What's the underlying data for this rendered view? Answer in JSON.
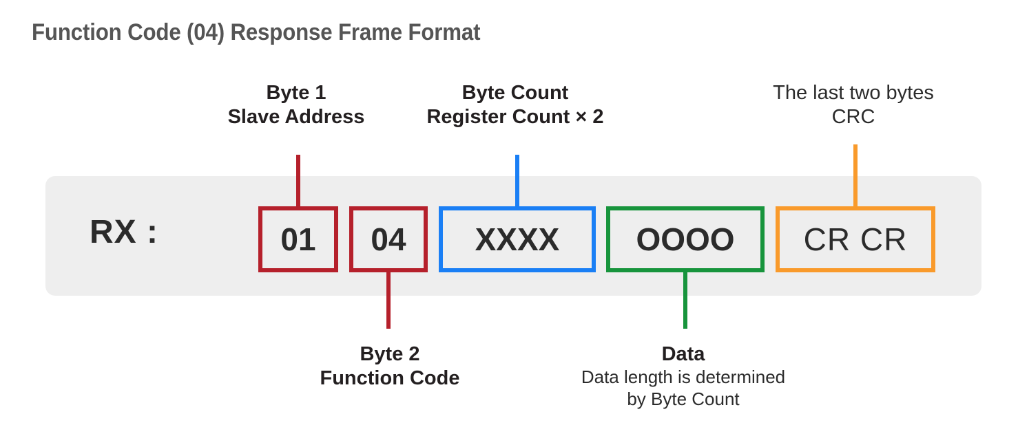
{
  "title": "Function Code (04) Response Frame Format",
  "frame": {
    "direction_label": "RX :",
    "fields": [
      {
        "name": "slave-address",
        "value": "01",
        "color": "#b5202b"
      },
      {
        "name": "function-code",
        "value": "04",
        "color": "#b5202b"
      },
      {
        "name": "byte-count",
        "value": "XXXX",
        "color": "#1a7ff5"
      },
      {
        "name": "data",
        "value": "OOOO",
        "color": "#17943c"
      },
      {
        "name": "crc",
        "value": "CR CR",
        "color": "#f99a2b"
      }
    ]
  },
  "callouts": {
    "slave_address": {
      "line1": "Byte 1",
      "line2": "Slave Address"
    },
    "byte_count": {
      "line1": "Byte Count",
      "line2": "Register Count × 2"
    },
    "crc": {
      "line1": "The last two bytes",
      "line2": "CRC"
    },
    "function_code": {
      "line1": "Byte 2",
      "line2": "Function Code"
    },
    "data": {
      "line1": "Data",
      "line2": "Data length is determined",
      "line3": "by Byte Count"
    }
  },
  "colors": {
    "red": "#b5202b",
    "blue": "#1a7ff5",
    "green": "#17943c",
    "orange": "#f99a2b",
    "bar_background": "#eeeeee",
    "title_text": "#555555",
    "body_text": "#231f20"
  }
}
